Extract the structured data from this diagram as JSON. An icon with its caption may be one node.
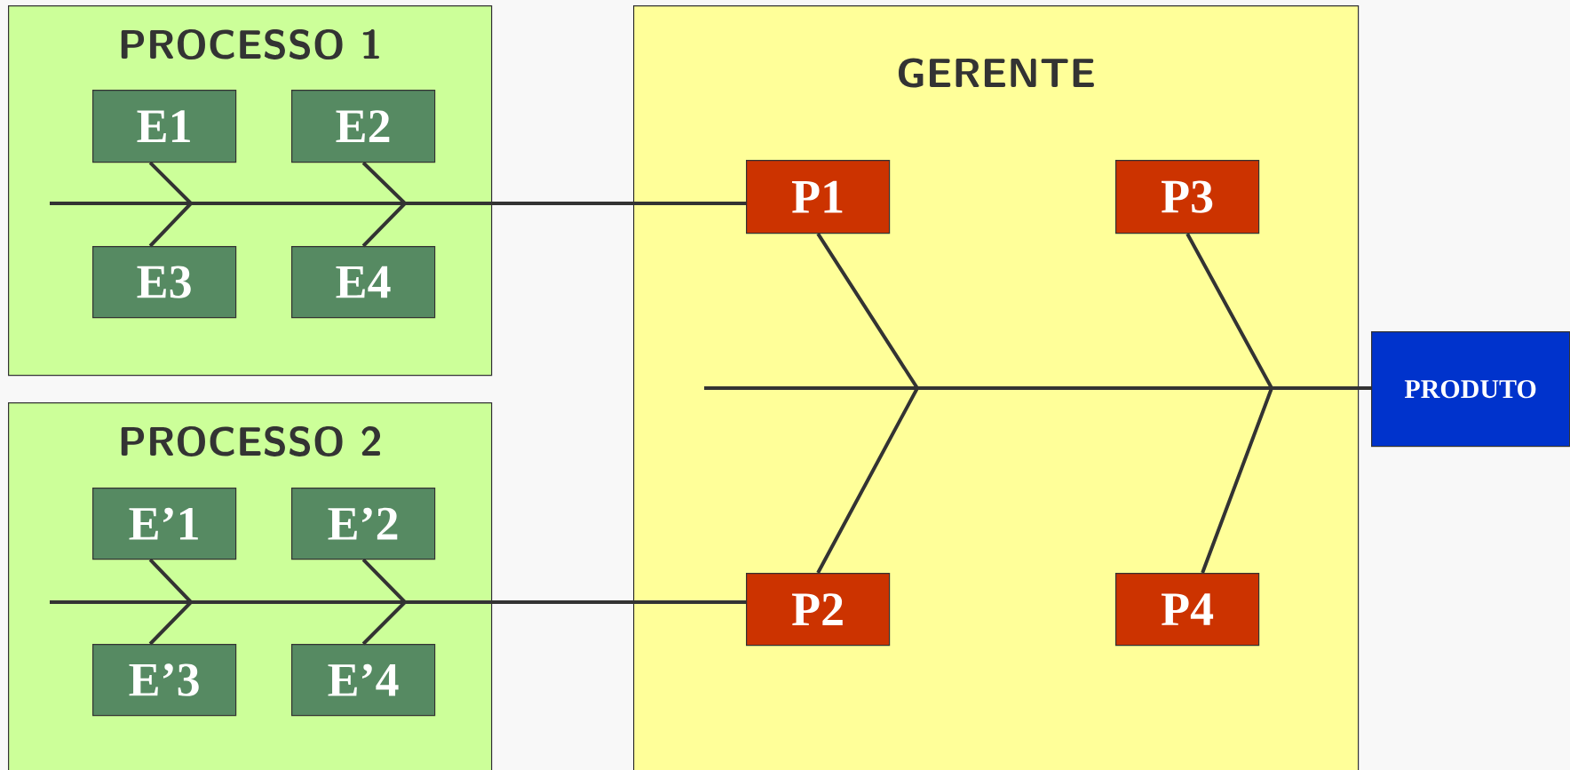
{
  "diagram": {
    "nodes": [
      {
        "text": [
          "PROCESSO 1"
        ]
      },
      {
        "text": [
          "E1"
        ],
        "in": 0
      },
      {
        "text": [
          "E2"
        ],
        "in": 0
      },
      {
        "text": [
          "E3"
        ],
        "in": 0
      },
      {
        "text": [
          "E4"
        ],
        "in": 0
      },
      {
        "text": [
          "PROCESSO 2"
        ]
      },
      {
        "text": [
          "E’1"
        ],
        "in": 5
      },
      {
        "text": [
          "E’2"
        ],
        "in": 5
      },
      {
        "text": [
          "E’3"
        ],
        "in": 5
      },
      {
        "text": [
          "E’4"
        ],
        "in": 5
      },
      {
        "text": [
          "GERENTE"
        ]
      },
      {
        "text": [
          "P1"
        ],
        "in": 10
      },
      {
        "text": [
          "P3"
        ],
        "in": 10
      },
      {
        "text": [
          "P2"
        ],
        "in": 10
      },
      {
        "text": [
          "P4"
        ],
        "in": 10
      },
      {
        "text": [
          "PRODUTO"
        ]
      }
    ],
    "edges": [
      {
        "from": null,
        "to": 11,
        "arrow": "none"
      },
      {
        "from": 1,
        "to": 11,
        "arrow": "none"
      },
      {
        "from": 3,
        "to": 11,
        "arrow": "none"
      },
      {
        "from": 2,
        "to": 11,
        "arrow": "none"
      },
      {
        "from": 4,
        "to": 11,
        "arrow": "none"
      },
      {
        "from": null,
        "to": 13,
        "arrow": "none"
      },
      {
        "from": 6,
        "to": 13,
        "arrow": "none"
      },
      {
        "from": 8,
        "to": 13,
        "arrow": "none"
      },
      {
        "from": 7,
        "to": 13,
        "arrow": "none"
      },
      {
        "from": 9,
        "to": 13,
        "arrow": "none"
      },
      {
        "from": null,
        "to": 15,
        "arrow": "none"
      },
      {
        "from": 11,
        "to": 15,
        "arrow": "none"
      },
      {
        "from": 13,
        "to": 15,
        "arrow": "none"
      },
      {
        "from": 12,
        "to": 15,
        "arrow": "none"
      },
      {
        "from": 14,
        "to": 15,
        "arrow": "none"
      }
    ]
  }
}
